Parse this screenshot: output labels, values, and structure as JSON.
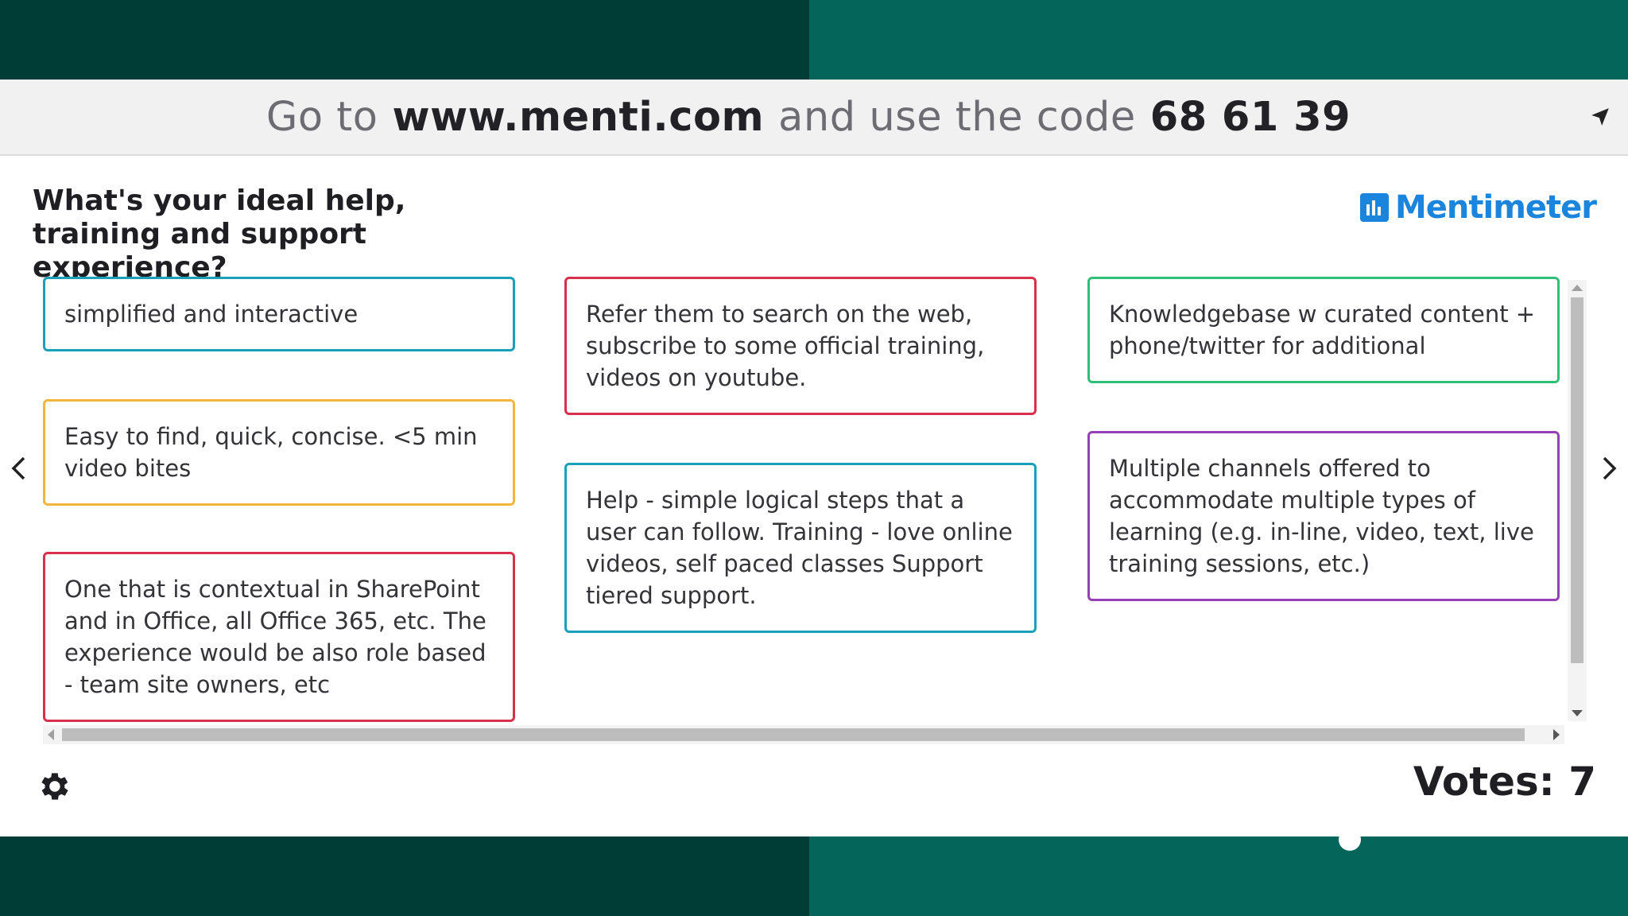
{
  "colors": {
    "band_dark": "#013d37",
    "band_light": "#04655a",
    "teal": "#1aa0b8",
    "orange": "#f3b53c",
    "red": "#d6304a",
    "green": "#2fbf78",
    "purple": "#9640b8",
    "brand": "#1b84dc"
  },
  "codebar": {
    "prefix": "Go to",
    "site": "www.menti.com",
    "middle": "and use the code",
    "code": "68 61 39",
    "icon": "send-arrow-icon"
  },
  "question": "What's your ideal help, training and support experience?",
  "logo": {
    "text": "Mentimeter",
    "icon": "mentimeter-bars-icon"
  },
  "responses": [
    {
      "text": "simplified and interactive",
      "color": "teal"
    },
    {
      "text": "Easy to find, quick, concise. <5 min video bites",
      "color": "orange"
    },
    {
      "text": "One that is contextual in SharePoint and in Office, all Office 365, etc. The experience would be also role based - team site owners, etc",
      "color": "red"
    },
    {
      "text": "Refer them to search on the web, subscribe to some official training, videos on youtube.",
      "color": "red"
    },
    {
      "text": "Help - simple logical steps that a user can follow. Training - love online videos, self paced classes Support tiered support.",
      "color": "teal"
    },
    {
      "text": "Knowledgebase w curated content + phone/twitter for additional",
      "color": "green"
    },
    {
      "text": "Multiple channels offered to accommodate multiple types of learning (e.g. in-line, video, text, live training sessions, etc.)",
      "color": "purple"
    }
  ],
  "footer": {
    "votes": "Votes: 7",
    "settings_icon": "gear-icon"
  },
  "navigation": {
    "prev_icon": "chevron-left-icon",
    "next_icon": "chevron-right-icon"
  }
}
